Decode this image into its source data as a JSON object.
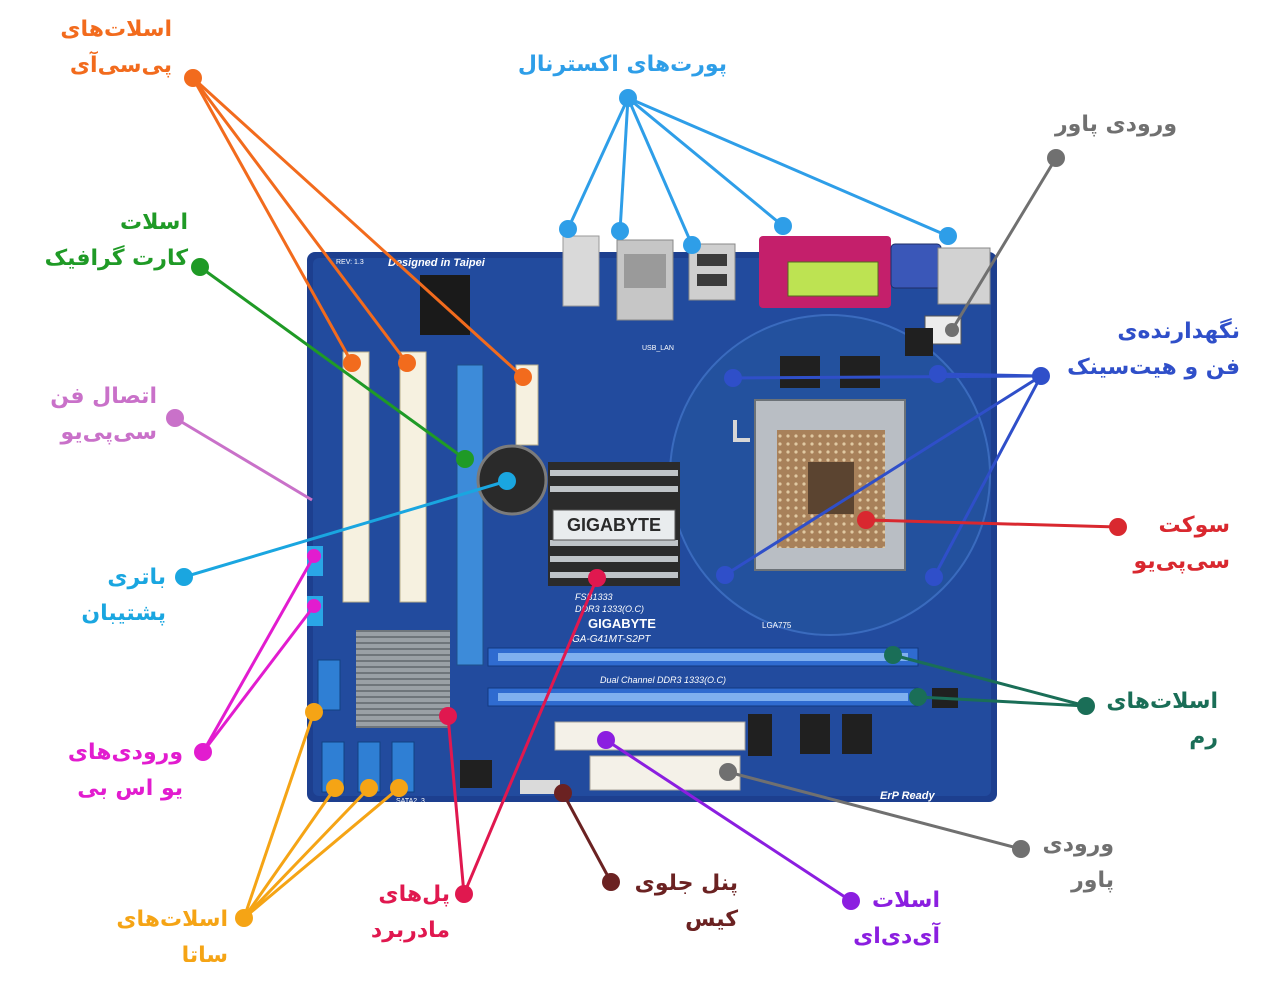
{
  "board": {
    "brand": "GIGABYTE",
    "brand_small": "GIGABYTE",
    "model": "GA-G41MT-S2PT",
    "designed_in": "Designed in Taipei",
    "dual_channel": "Dual Channel DDR3  1333(O.C)",
    "fsb": "FSB1333",
    "ddr3": "DDR3 1333(O.C)",
    "erp": "ErP Ready",
    "lga": "LGA775",
    "rev": "REV: 1.3",
    "usb_lan": "USB_LAN",
    "sata2": "SATA2_3"
  },
  "labels": {
    "pci": {
      "line1": "اسلات‌های",
      "line2": "پی‌سی‌آی",
      "color": "#f26b1d"
    },
    "external": {
      "line1": "پورت‌های اکسترنال",
      "color": "#2e9ee8"
    },
    "power_top": {
      "line1": "ورودی پاور",
      "color": "#707070"
    },
    "gpu": {
      "line1": "اسلات",
      "line2": "کارت گرافیک",
      "color": "#1f9a26"
    },
    "cooler": {
      "line1": "نگهدارنده‌ی",
      "line2": "فن و هیت‌سینک",
      "color": "#2f4fc9"
    },
    "fan": {
      "line1": "اتصال فن",
      "line2": "سی‌پی‌یو",
      "color": "#c971c9"
    },
    "socket": {
      "line1": "سوکت",
      "line2": "سی‌پی‌یو",
      "color": "#d9282f"
    },
    "battery": {
      "line1": "باتری",
      "line2": "پشتیبان",
      "color": "#1aa6e0"
    },
    "ram": {
      "line1": "اسلات‌های",
      "line2": "رم",
      "color": "#1a6e57"
    },
    "usb": {
      "line1": "ورودی‌های",
      "line2": "یو اس بی",
      "color": "#e21ccf"
    },
    "power_bottom": {
      "line1": "ورودی",
      "line2": "پاور",
      "color": "#707070"
    },
    "panel": {
      "line1": "پنل جلوی",
      "line2": "کیس",
      "color": "#6b2222"
    },
    "ide": {
      "line1": "اسلات",
      "line2": "آی‌دی‌ای",
      "color": "#8b1ee0"
    },
    "sata": {
      "line1": "اسلات‌های",
      "line2": "ساتا",
      "color": "#f5a415"
    },
    "bridges": {
      "line1": "پل‌های",
      "line2": "مادربرد",
      "color": "#e0184f"
    }
  }
}
